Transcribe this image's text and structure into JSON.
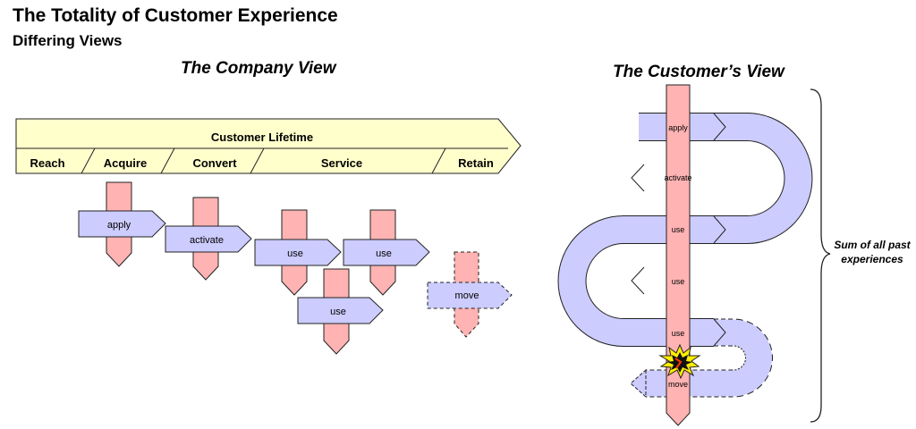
{
  "header": {
    "title": "The Totality of Customer Experience",
    "subtitle": "Differing Views"
  },
  "company_view": {
    "title": "The Company View",
    "lifetime": {
      "label": "Customer Lifetime",
      "stages": [
        "Reach",
        "Acquire",
        "Convert",
        "Service",
        "Retain"
      ]
    },
    "steps": {
      "apply": "apply",
      "activate": "activate",
      "use_1": "use",
      "use_2": "use",
      "use_3": "use",
      "move": "move"
    }
  },
  "customer_view": {
    "title": "The Customer’s View",
    "steps": [
      "apply",
      "activate",
      "use",
      "use",
      "use",
      "move"
    ],
    "brace_label": "Sum of all past experiences"
  },
  "colors": {
    "lifetime_fill": "#ffffcc",
    "blue_arrow": "#ccccff",
    "pink_arrow": "#ffb3b3",
    "burst": "#ffee00"
  }
}
